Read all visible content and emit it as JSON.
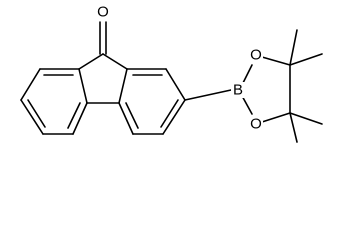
{
  "structure": {
    "atoms": {
      "carbonyl_oxygen": "O",
      "boron": "B",
      "ester_oxygen_upper": "O",
      "ester_oxygen_lower": "O"
    }
  },
  "colors": {
    "bond": "#000000",
    "background": "#ffffff"
  }
}
